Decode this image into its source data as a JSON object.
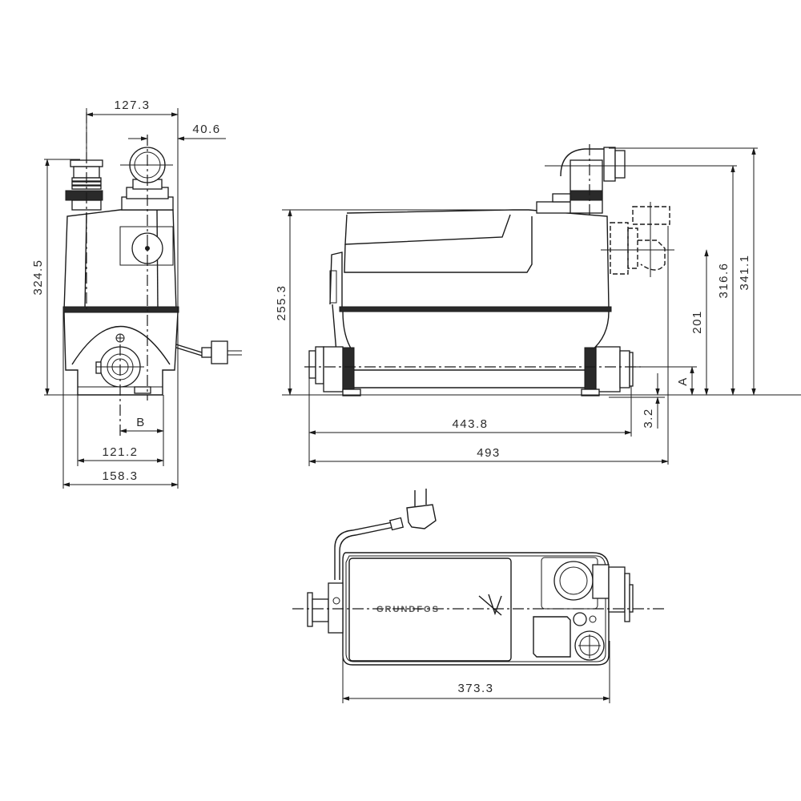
{
  "drawing": {
    "subject": "Sanitary lifting pump dimensional drawing",
    "views": [
      "side-view",
      "front-view",
      "top-view"
    ],
    "brand_label": "GRUNDFOS",
    "line_color": "#1a1a1a",
    "background": "#ffffff"
  },
  "side_view": {
    "dimensions": {
      "top_width": "127.3",
      "pipe_offset": "40.6",
      "height": "324.5",
      "b_label": "B",
      "base_width": "121.2",
      "total_width": "158.3"
    }
  },
  "front_view": {
    "dimensions": {
      "body_height": "255.3",
      "outlet_height": "316.6",
      "total_height": "341.1",
      "side_inlet_height": "201",
      "a_label": "A",
      "foot_height": "3.2",
      "inlet_span": "443.8",
      "total_length": "493"
    }
  },
  "top_view": {
    "dimensions": {
      "body_length": "373.3"
    }
  }
}
